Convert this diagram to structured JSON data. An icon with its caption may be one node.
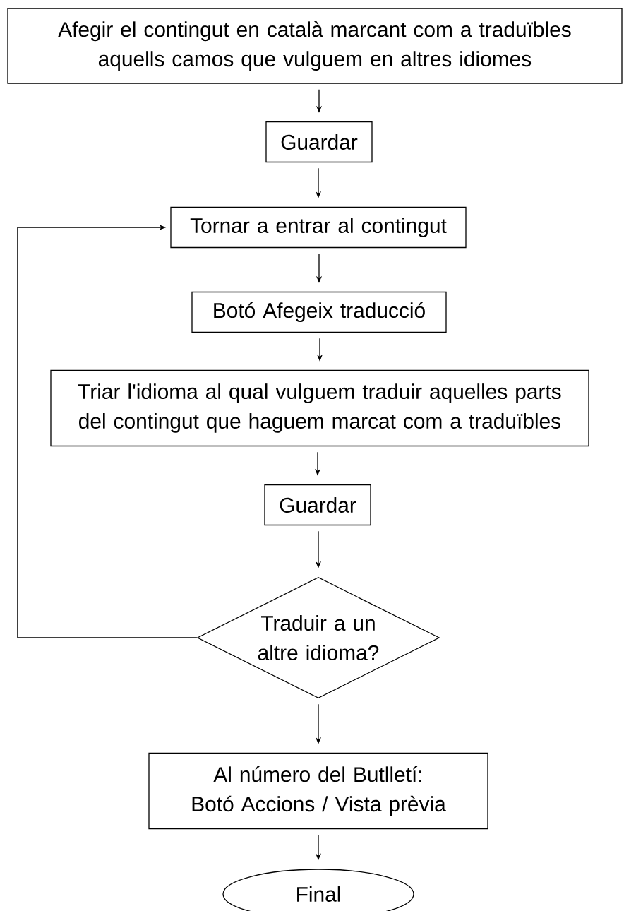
{
  "diagram": {
    "nodes": [
      {
        "text": [
          "Afegir el contingut en català marcant com a traduïbles aquells camos que vulguem en altres idiomes"
        ]
      },
      {
        "text": [
          "Guardar"
        ]
      },
      {
        "text": [
          "Tornar a entrar al contingut"
        ]
      },
      {
        "text": [
          "Botó Afegeix traducció"
        ]
      },
      {
        "text": [
          "Triar l'idioma al qual vulguem traduir aquelles parts del contingut que haguem marcat com a traduïbles"
        ]
      },
      {
        "text": [
          "Guardar"
        ]
      },
      {
        "text": [
          "Traduir a un altre idioma?"
        ]
      },
      {
        "text": [
          "Al número del Butlletí: Botó Accions / Vista prèvia"
        ]
      },
      {
        "text": [
          "Final"
        ]
      }
    ],
    "edges": [
      {
        "from": 0,
        "to": 1,
        "arrow": "to"
      },
      {
        "from": 1,
        "to": 2,
        "arrow": "to"
      },
      {
        "from": 2,
        "to": 3,
        "arrow": "to"
      },
      {
        "from": 3,
        "to": 4,
        "arrow": "to"
      },
      {
        "from": 4,
        "to": 5,
        "arrow": "to"
      },
      {
        "from": 5,
        "to": 6,
        "arrow": "to"
      },
      {
        "from": 6,
        "to": 2,
        "arrow": "to"
      },
      {
        "from": 6,
        "to": 7,
        "arrow": "to"
      },
      {
        "from": 7,
        "to": 8,
        "arrow": "to"
      }
    ]
  }
}
